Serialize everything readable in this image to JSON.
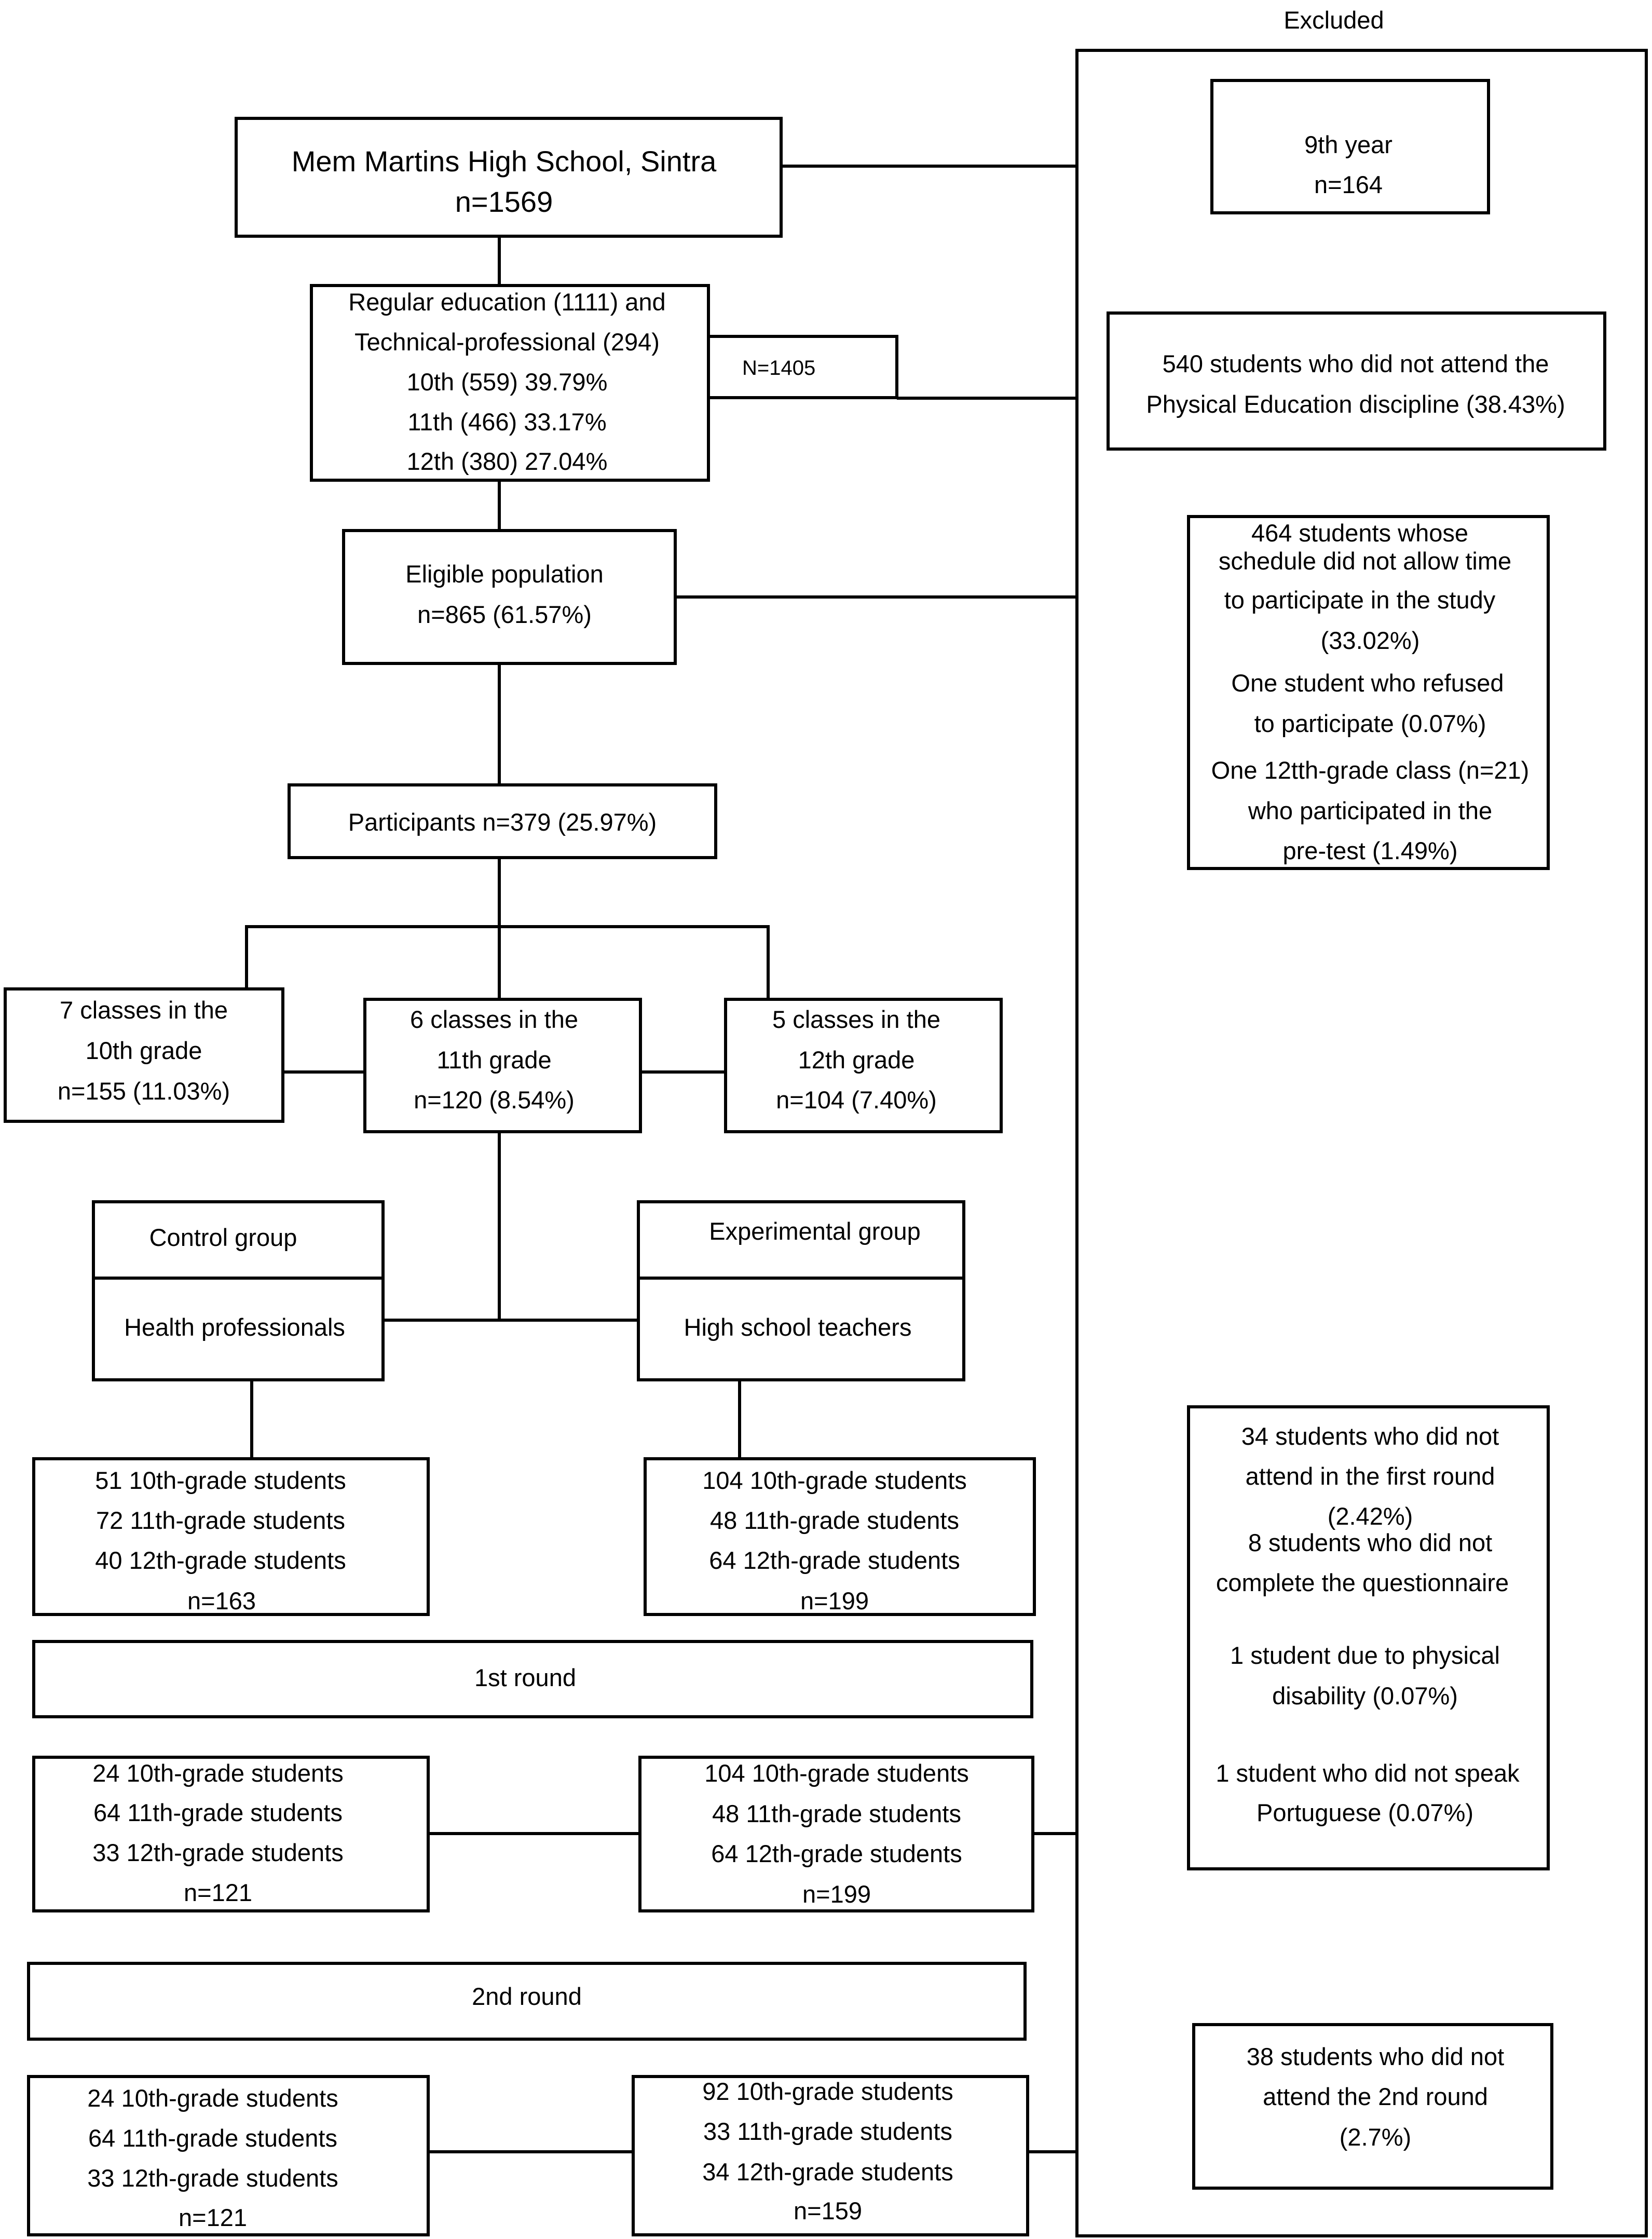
{
  "excluded_header": "Excluded",
  "school": {
    "name": "Mem Martins High School, Sintra",
    "n": "n=1569"
  },
  "ninth_year": {
    "label": "9th year",
    "n": "n=164"
  },
  "regular": {
    "lines": [
      "Regular education (1111) and",
      "Technical-professional (294)",
      "10th (559) 39.79%",
      "11th (466) 33.17%",
      "12th (380) 27.04%"
    ]
  },
  "n1405": "N=1405",
  "no_pe": {
    "lines": [
      "540 students who did not attend the",
      "Physical Education discipline (38.43%)"
    ]
  },
  "eligible": {
    "label": "Eligible population",
    "n": "n=865 (61.57%)"
  },
  "excluded_schedule": {
    "lines": [
      "464 students whose",
      "schedule did not allow time",
      "to participate in the study",
      "(33.02%)",
      "One student who refused",
      "to participate (0.07%)",
      "One 12tth-grade class (n=21)",
      "who participated in the",
      "pre-test (1.49%)"
    ]
  },
  "participants": "Participants n=379 (25.97%)",
  "classes": [
    {
      "lines": [
        "7 classes in the",
        "10th grade",
        "n=155 (11.03%)"
      ]
    },
    {
      "lines": [
        "6 classes in the",
        "11th grade",
        "n=120 (8.54%)"
      ]
    },
    {
      "lines": [
        "5 classes in the",
        "12th grade",
        "n=104 (7.40%)"
      ]
    }
  ],
  "control": {
    "title": "Control group",
    "sub": "Health professionals"
  },
  "experimental": {
    "title": "Experimental group",
    "sub": "High school teachers"
  },
  "control_initial": [
    "51 10th-grade students",
    "72 11th-grade students",
    "40 12th-grade students",
    "n=163"
  ],
  "experimental_initial": [
    "104 10th-grade students",
    "48 11th-grade students",
    "64 12th-grade students",
    "n=199"
  ],
  "excluded_round1": {
    "lines": [
      "34 students who did not",
      "attend in the first round",
      "(2.42%)",
      "8 students who did not",
      "complete the questionnaire",
      "1 student due to physical",
      "disability (0.07%)",
      "1 student who did not speak",
      "Portuguese (0.07%)"
    ]
  },
  "round1": "1st round",
  "control_round1": [
    "24 10th-grade students",
    "64 11th-grade students",
    "33 12th-grade students",
    "n=121"
  ],
  "experimental_round1": [
    "104 10th-grade students",
    "48 11th-grade students",
    "64 12th-grade students",
    "n=199"
  ],
  "round2": "2nd round",
  "control_round2": [
    "24 10th-grade students",
    "64 11th-grade students",
    "33 12th-grade students",
    "n=121"
  ],
  "experimental_round2": [
    "92 10th-grade students",
    "33 11th-grade students",
    "34 12th-grade students",
    "n=159"
  ],
  "excluded_round2": {
    "lines": [
      "38 students who did not",
      "attend the 2nd round",
      "(2.7%)"
    ]
  }
}
